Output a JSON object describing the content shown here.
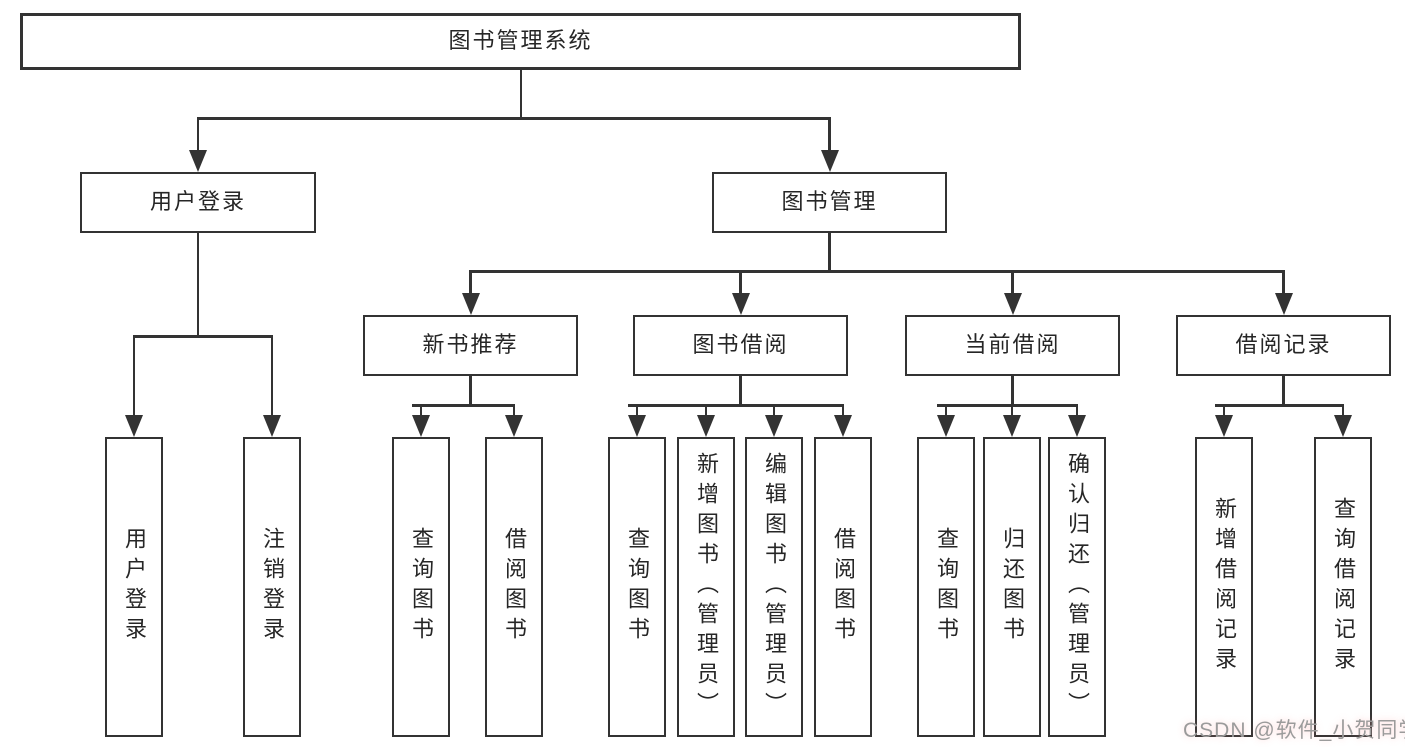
{
  "diagram": {
    "root": {
      "label": "图书管理系统"
    },
    "level2": [
      {
        "label": "用户登录",
        "parent": "图书管理系统"
      },
      {
        "label": "图书管理",
        "parent": "图书管理系统"
      }
    ],
    "level3": [
      {
        "label": "新书推荐",
        "parent": "图书管理"
      },
      {
        "label": "图书借阅",
        "parent": "图书管理"
      },
      {
        "label": "当前借阅",
        "parent": "图书管理"
      },
      {
        "label": "借阅记录",
        "parent": "图书管理"
      }
    ],
    "leaves": [
      {
        "label": "用户登录",
        "parent": "用户登录"
      },
      {
        "label": "注销登录",
        "parent": "用户登录"
      },
      {
        "label": "查询图书",
        "parent": "新书推荐"
      },
      {
        "label": "借阅图书",
        "parent": "新书推荐"
      },
      {
        "label": "查询图书",
        "parent": "图书借阅"
      },
      {
        "label": "新增图书（管理员）",
        "parent": "图书借阅"
      },
      {
        "label": "编辑图书（管理员）",
        "parent": "图书借阅"
      },
      {
        "label": "借阅图书",
        "parent": "图书借阅"
      },
      {
        "label": "查询图书",
        "parent": "当前借阅"
      },
      {
        "label": "归还图书",
        "parent": "当前借阅"
      },
      {
        "label": "确认归还（管理员）",
        "parent": "当前借阅"
      },
      {
        "label": "新增借阅记录",
        "parent": "借阅记录"
      },
      {
        "label": "查询借阅记录",
        "parent": "借阅记录"
      }
    ]
  },
  "watermark": {
    "text": "CSDN @软件_小贺同学"
  },
  "colors": {
    "line": "#333333",
    "text": "#262626",
    "background": "#ffffff",
    "watermark": "#9b9b9b"
  }
}
